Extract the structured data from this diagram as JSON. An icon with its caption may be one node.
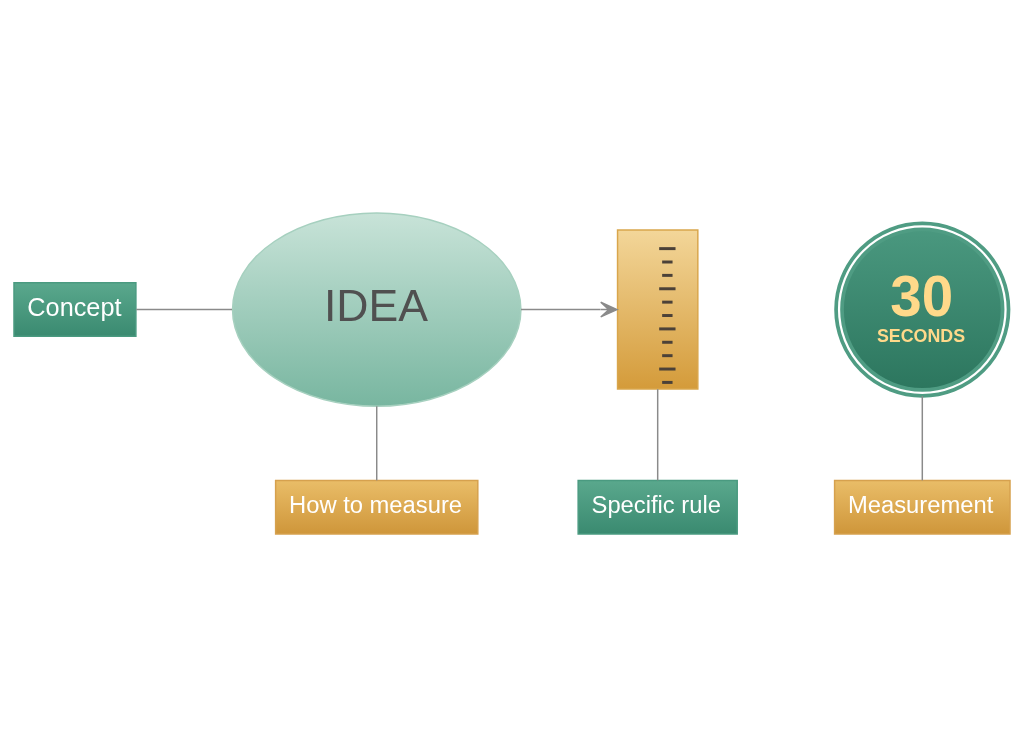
{
  "diagram": {
    "nodes": [
      {
        "text": [
          "Concept"
        ]
      },
      {
        "text": [
          "IDEA"
        ]
      },
      {
        "text": [],
        "shape": "picture"
      },
      {
        "text": [
          "30",
          "SECONDS"
        ]
      },
      {
        "text": [
          "How to measure"
        ]
      },
      {
        "text": [
          "Measurement"
        ]
      },
      {
        "text": [
          "Specific rule"
        ]
      }
    ],
    "edges": [
      {
        "from": 0,
        "to": 1,
        "arrow": "none"
      },
      {
        "from": 1,
        "to": 2,
        "arrow": "to"
      },
      {
        "from": 4,
        "to": 1,
        "arrow": "none"
      },
      {
        "from": 6,
        "to": 2,
        "arrow": "none"
      },
      {
        "from": 5,
        "to": 3,
        "arrow": "none"
      }
    ]
  }
}
